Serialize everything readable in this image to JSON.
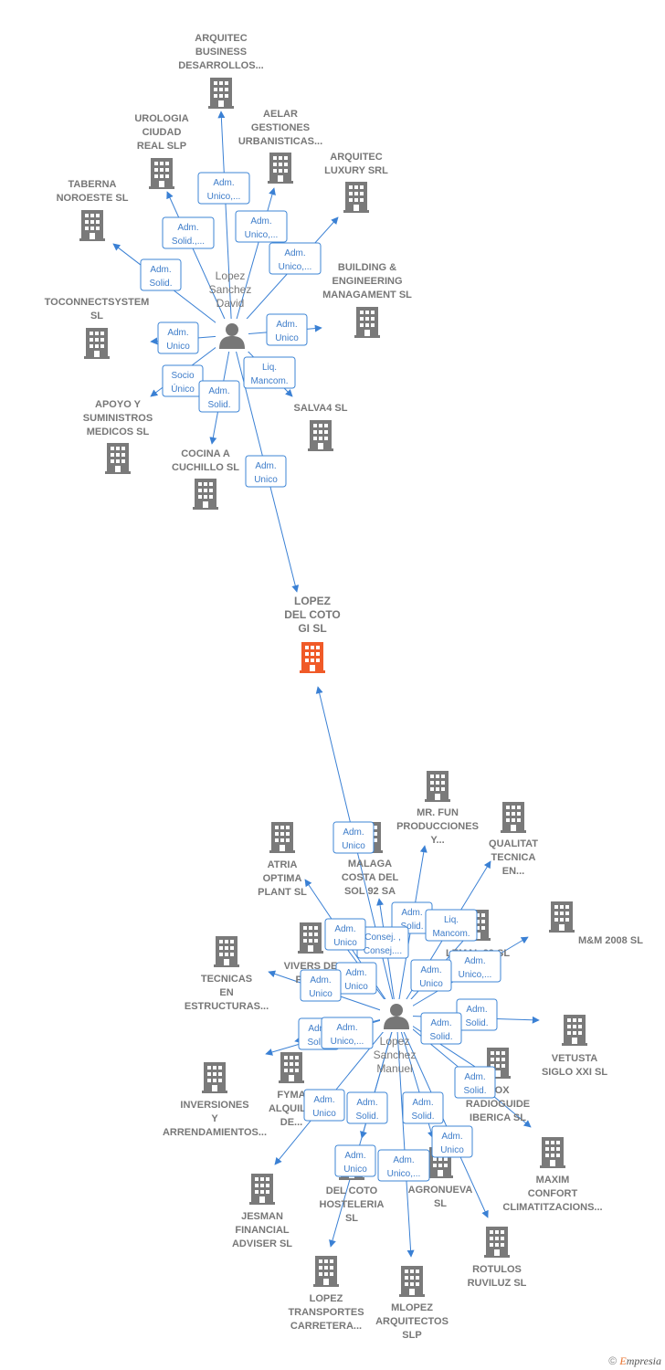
{
  "colors": {
    "edge": "#3a80d4",
    "building": "#7a7a7a",
    "focus": "#f05a28",
    "person": "#777777"
  },
  "persons": [
    {
      "id": "david",
      "lines": [
        "Lopez",
        "Sanchez",
        "David"
      ]
    },
    {
      "id": "manuel",
      "lines": [
        "Lopez",
        "Sanchez",
        "Manuel"
      ]
    }
  ],
  "focus_company": {
    "id": "lopez_coto",
    "lines": [
      "LOPEZ",
      "DEL COTO",
      "GI SL"
    ]
  },
  "companies": [
    {
      "id": "arquitec_business",
      "lines": [
        "ARQUITEC",
        "BUSINESS",
        "DESARROLLOS..."
      ]
    },
    {
      "id": "aelar",
      "lines": [
        "AELAR",
        "GESTIONES",
        "URBANISTICAS..."
      ]
    },
    {
      "id": "urologia",
      "lines": [
        "UROLOGIA",
        "CIUDAD",
        "REAL SLP"
      ]
    },
    {
      "id": "arquitec_luxury",
      "lines": [
        "ARQUITEC",
        "LUXURY SRL"
      ]
    },
    {
      "id": "taberna",
      "lines": [
        "TABERNA",
        "NOROESTE SL"
      ]
    },
    {
      "id": "building_eng",
      "lines": [
        "BUILDING &",
        "ENGINEERING",
        "MANAGAMENT SL"
      ]
    },
    {
      "id": "toconnect",
      "lines": [
        "TOCONNECTSYSTEM",
        "SL"
      ]
    },
    {
      "id": "salva4",
      "lines": [
        "SALVA4 SL"
      ]
    },
    {
      "id": "apoyo",
      "lines": [
        "APOYO Y",
        "SUMINISTROS",
        "MEDICOS SL"
      ]
    },
    {
      "id": "cocina",
      "lines": [
        "COCINA A",
        "CUCHILLO SL"
      ]
    },
    {
      "id": "mr_fun",
      "lines": [
        "MR. FUN",
        "PRODUCCIONES",
        "Y..."
      ]
    },
    {
      "id": "qualitat",
      "lines": [
        "QUALITAT",
        "TECNICA",
        "EN..."
      ]
    },
    {
      "id": "atria",
      "lines": [
        "ATRIA",
        "OPTIMA",
        "PLANT SL"
      ]
    },
    {
      "id": "malaga",
      "lines": [
        "MALAGA",
        "COSTA DEL",
        "SOL 92 SA"
      ]
    },
    {
      "id": "mm2008",
      "lines": [
        "M&M 2008 SL"
      ]
    },
    {
      "id": "lemal",
      "lines": [
        "LEMAL 33 SL"
      ]
    },
    {
      "id": "vivers",
      "lines": [
        "VIVERS DE",
        "PON..."
      ]
    },
    {
      "id": "tecnicas",
      "lines": [
        "TECNICAS",
        "EN",
        "ESTRUCTURAS..."
      ]
    },
    {
      "id": "vetusta",
      "lines": [
        "VETUSTA",
        "SIGLO XXI SL"
      ]
    },
    {
      "id": "fyma",
      "lines": [
        "FYMA",
        "ALQUIL...",
        "DE..."
      ]
    },
    {
      "id": "radioguide",
      "lines": [
        "...OX",
        "RADIOGUIDE",
        "IBERICA SL"
      ]
    },
    {
      "id": "inversiones",
      "lines": [
        "INVERSIONES",
        "Y",
        "ARRENDAMIENTOS..."
      ]
    },
    {
      "id": "maxim",
      "lines": [
        "MAXIM",
        "CONFORT",
        "CLIMATITZACIONS..."
      ]
    },
    {
      "id": "delcoto_host",
      "lines": [
        "DEL COTO",
        "HOSTELERIA",
        "SL"
      ]
    },
    {
      "id": "agronueva",
      "lines": [
        "AGRONUEVA",
        "SL"
      ]
    },
    {
      "id": "jesman",
      "lines": [
        "JESMAN",
        "FINANCIAL",
        "ADVISER SL"
      ]
    },
    {
      "id": "rotulos",
      "lines": [
        "ROTULOS",
        "RUVILUZ SL"
      ]
    },
    {
      "id": "lopez_transportes",
      "lines": [
        "LOPEZ",
        "TRANSPORTES",
        "CARRETERA..."
      ]
    },
    {
      "id": "mlopez",
      "lines": [
        "MLOPEZ",
        "ARQUITECTOS",
        "SLP"
      ]
    }
  ],
  "roles": [
    {
      "id": "r_ab",
      "lines": [
        "Adm.",
        "Unico,..."
      ]
    },
    {
      "id": "r_aelar",
      "lines": [
        "Adm.",
        "Unico,..."
      ]
    },
    {
      "id": "r_uro",
      "lines": [
        "Adm.",
        "Solid.,..."
      ]
    },
    {
      "id": "r_lux",
      "lines": [
        "Adm.",
        "Unico,..."
      ]
    },
    {
      "id": "r_tab",
      "lines": [
        "Adm.",
        "Solid."
      ]
    },
    {
      "id": "r_bld",
      "lines": [
        "Adm.",
        "Unico"
      ]
    },
    {
      "id": "r_toc",
      "lines": [
        "Adm.",
        "Unico"
      ]
    },
    {
      "id": "r_salva",
      "lines": [
        "Liq.",
        "Mancom."
      ]
    },
    {
      "id": "r_apoyo",
      "lines": [
        "Socio",
        "Único"
      ]
    },
    {
      "id": "r_cocina",
      "lines": [
        "Adm.",
        "Solid."
      ]
    },
    {
      "id": "r_focus_d",
      "lines": [
        "Adm.",
        "Unico"
      ]
    },
    {
      "id": "r_focus_m",
      "lines": [
        "Adm.",
        "Unico"
      ]
    },
    {
      "id": "r_mrfun",
      "lines": [
        "Adm.",
        "Solid."
      ]
    },
    {
      "id": "r_qual",
      "lines": [
        "Liq.",
        "Mancom."
      ]
    },
    {
      "id": "r_consej",
      "lines": [
        "Consej. ,",
        "Consej...."
      ]
    },
    {
      "id": "r_atria",
      "lines": [
        "Adm.",
        "Unico"
      ]
    },
    {
      "id": "r_lemal",
      "lines": [
        "Adm.",
        "Unico,..."
      ]
    },
    {
      "id": "r_mm",
      "lines": [
        "Adm.",
        "Unico"
      ]
    },
    {
      "id": "r_vivers",
      "lines": [
        "Adm.",
        "Unico"
      ]
    },
    {
      "id": "r_vivers2",
      "lines": [
        "Adm.",
        "Unico"
      ]
    },
    {
      "id": "r_vetusta",
      "lines": [
        "Adm.",
        "Solid."
      ]
    },
    {
      "id": "r_vet2",
      "lines": [
        "Adm.",
        "Solid."
      ]
    },
    {
      "id": "r_tec",
      "lines": [
        "Adm.",
        "Solid."
      ]
    },
    {
      "id": "r_tec2",
      "lines": [
        "Adm.",
        "Unico,..."
      ]
    },
    {
      "id": "r_radio",
      "lines": [
        "Adm.",
        "Solid."
      ]
    },
    {
      "id": "r_inv",
      "lines": [
        "Adm.",
        "Unico"
      ]
    },
    {
      "id": "r_fyma",
      "lines": [
        "Adm.",
        "Solid."
      ]
    },
    {
      "id": "r_agro",
      "lines": [
        "Adm.",
        "Solid."
      ]
    },
    {
      "id": "r_maxim",
      "lines": [
        "Adm.",
        "Unico"
      ]
    },
    {
      "id": "r_dch",
      "lines": [
        "Adm.",
        "Unico"
      ]
    },
    {
      "id": "r_mlopez",
      "lines": [
        "Adm.",
        "Unico,..."
      ]
    }
  ],
  "credit": {
    "symbol": "©",
    "brand_initial": "E",
    "brand_rest": "mpresia"
  }
}
